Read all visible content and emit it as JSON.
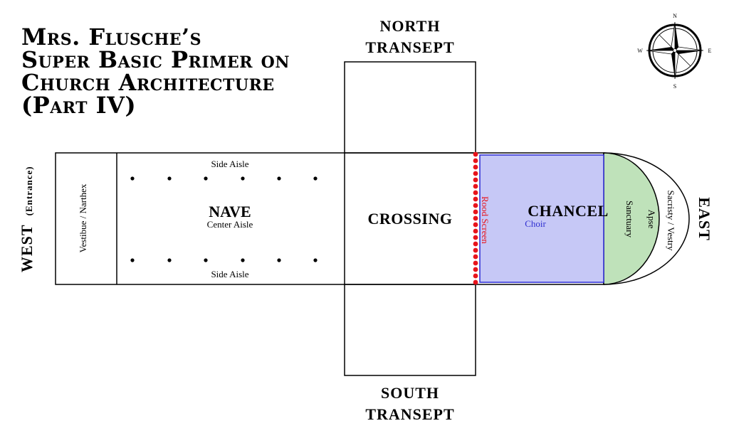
{
  "title_lines": [
    "Mrs. Flusche’s",
    "Super Basic Primer on",
    "Church Architecture",
    "(Part IV)"
  ],
  "labels": {
    "north_transept": [
      "NORTH",
      "TRANSEPT"
    ],
    "south_transept": [
      "SOUTH",
      "TRANSEPT"
    ],
    "west": "WEST",
    "west_sub": "(Entrance)",
    "east": "EAST",
    "vestibule": "Vestibue / Narthex",
    "nave": "NAVE",
    "center_aisle": "Center Aisle",
    "side_aisle_top": "Side Aisle",
    "side_aisle_bottom": "Side Aisle",
    "crossing": "CROSSING",
    "rood_screen": "Rood Screen",
    "chancel": "CHANCEL",
    "choir": "Choir",
    "apse": "Apse",
    "sanctuary": "Sanctuary",
    "sacristy": "Sacristy / Vestry"
  },
  "compass": {
    "n": "N",
    "s": "S",
    "e": "E",
    "w": "W"
  },
  "colors": {
    "choir_fill": "#c6c8f6",
    "choir_stroke": "#2b2bd6",
    "choir_text": "#2f2fd0",
    "sanctuary_fill": "#bfe2ba",
    "rood_screen": "#e8141c"
  }
}
